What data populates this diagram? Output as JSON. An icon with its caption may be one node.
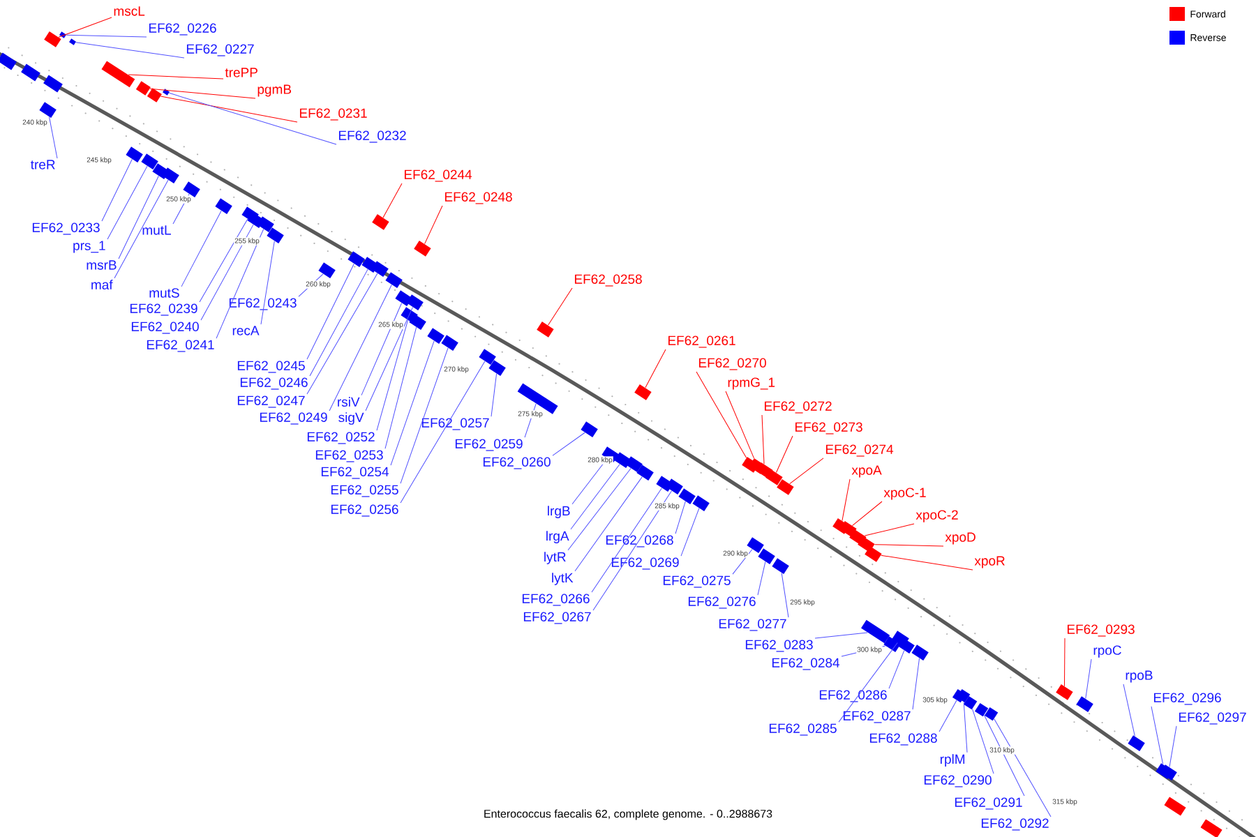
{
  "diagram": {
    "caption": "Enterococcus faecalis 62, complete genome. - 0..2988673",
    "nodes": [
      {
        "text": [
          "mscL"
        ]
      },
      {
        "text": [
          "EF62_0226"
        ]
      },
      {
        "text": [
          "EF62_0227"
        ]
      },
      {
        "text": [
          "trePP"
        ]
      },
      {
        "text": [
          "pgmB"
        ]
      },
      {
        "text": [
          "EF62_0231"
        ]
      },
      {
        "text": [
          "EF62_0232"
        ]
      },
      {
        "text": [
          "treR"
        ]
      },
      {
        "text": [
          "EF62_0233"
        ]
      },
      {
        "text": [
          "prs_1"
        ]
      },
      {
        "text": [
          "msrB"
        ]
      },
      {
        "text": [
          "maf"
        ]
      },
      {
        "text": [
          "mutL"
        ]
      },
      {
        "text": [
          "mutS"
        ]
      },
      {
        "text": [
          "EF62_0239"
        ]
      },
      {
        "text": [
          "EF62_0240"
        ]
      },
      {
        "text": [
          "EF62_0241"
        ]
      },
      {
        "text": [
          "EF62_0243"
        ]
      },
      {
        "text": [
          "recA"
        ]
      },
      {
        "text": [
          "EF62_0244"
        ]
      },
      {
        "text": [
          "EF62_0248"
        ]
      },
      {
        "text": [
          "EF62_0245"
        ]
      },
      {
        "text": [
          "EF62_0246"
        ]
      },
      {
        "text": [
          "EF62_0247"
        ]
      },
      {
        "text": [
          "EF62_0249"
        ]
      },
      {
        "text": [
          "rsiV"
        ]
      },
      {
        "text": [
          "sigV"
        ]
      },
      {
        "text": [
          "EF62_0252"
        ]
      },
      {
        "text": [
          "EF62_0253"
        ]
      },
      {
        "text": [
          "EF62_0254"
        ]
      },
      {
        "text": [
          "EF62_0255"
        ]
      },
      {
        "text": [
          "EF62_0256"
        ]
      },
      {
        "text": [
          "EF62_0257"
        ]
      },
      {
        "text": [
          "EF62_0259"
        ]
      },
      {
        "text": [
          "EF62_0260"
        ]
      },
      {
        "text": [
          "EF62_0258"
        ]
      },
      {
        "text": [
          "EF62_0261"
        ]
      },
      {
        "text": [
          "EF62_0270"
        ]
      },
      {
        "text": [
          "rpmG_1"
        ]
      },
      {
        "text": [
          "EF62_0272"
        ]
      },
      {
        "text": [
          "EF62_0273"
        ]
      },
      {
        "text": [
          "EF62_0274"
        ]
      },
      {
        "text": [
          "xpoA"
        ]
      },
      {
        "text": [
          "xpoC-1"
        ]
      },
      {
        "text": [
          "xpoC-2"
        ]
      },
      {
        "text": [
          "xpoD"
        ]
      },
      {
        "text": [
          "xpoR"
        ]
      },
      {
        "text": [
          "lrgB"
        ]
      },
      {
        "text": [
          "lrgA"
        ]
      },
      {
        "text": [
          "lytR"
        ]
      },
      {
        "text": [
          "lytK"
        ]
      },
      {
        "text": [
          "EF62_0268"
        ]
      },
      {
        "text": [
          "EF62_0269"
        ]
      },
      {
        "text": [
          "EF62_0266"
        ]
      },
      {
        "text": [
          "EF62_0267"
        ]
      },
      {
        "text": [
          "EF62_0275"
        ]
      },
      {
        "text": [
          "EF62_0276"
        ]
      },
      {
        "text": [
          "EF62_0277"
        ]
      },
      {
        "text": [
          "EF62_0283"
        ]
      },
      {
        "text": [
          "EF62_0284"
        ]
      },
      {
        "text": [
          "EF62_0286"
        ]
      },
      {
        "text": [
          "EF62_0285"
        ]
      },
      {
        "text": [
          "EF62_0287"
        ]
      },
      {
        "text": [
          "EF62_0288"
        ]
      },
      {
        "text": [
          "rplM"
        ]
      },
      {
        "text": [
          "EF62_0290"
        ]
      },
      {
        "text": [
          "EF62_0291"
        ]
      },
      {
        "text": [
          "EF62_0292"
        ]
      },
      {
        "text": [
          "EF62_0293"
        ]
      },
      {
        "text": [
          "rpoC"
        ]
      },
      {
        "text": [
          "rpoB"
        ]
      },
      {
        "text": [
          "EF62_0296"
        ]
      },
      {
        "text": [
          "EF62_0297"
        ]
      },
      {
        "text": [],
        "shape": "box"
      },
      {
        "text": [],
        "shape": "box"
      },
      {
        "text": [],
        "shape": "box"
      },
      {
        "text": [],
        "shape": "box"
      },
      {
        "text": [],
        "shape": "box"
      },
      {
        "text": [],
        "shape": "box"
      },
      {
        "text": [],
        "shape": "box"
      },
      {
        "text": [],
        "shape": "box"
      },
      {
        "text": [],
        "shape": "box"
      },
      {
        "text": [],
        "shape": "box"
      },
      {
        "text": [],
        "shape": "box"
      },
      {
        "text": [],
        "shape": "box"
      },
      {
        "text": [],
        "shape": "box"
      },
      {
        "text": [],
        "shape": "box"
      },
      {
        "text": [],
        "shape": "box"
      },
      {
        "text": [],
        "shape": "box"
      },
      {
        "text": [],
        "shape": "box"
      },
      {
        "text": [],
        "shape": "box"
      },
      {
        "text": [],
        "shape": "box"
      },
      {
        "text": [],
        "shape": "box"
      },
      {
        "text": [],
        "shape": "box"
      },
      {
        "text": [],
        "shape": "box"
      },
      {
        "text": [],
        "shape": "box"
      },
      {
        "text": [],
        "shape": "box"
      },
      {
        "text": [],
        "shape": "box"
      },
      {
        "text": [],
        "shape": "box"
      },
      {
        "text": [],
        "shape": "box"
      },
      {
        "text": [],
        "shape": "box"
      },
      {
        "text": [],
        "shape": "box"
      },
      {
        "text": [],
        "shape": "box"
      },
      {
        "text": [],
        "shape": "box"
      },
      {
        "text": [],
        "shape": "box"
      },
      {
        "text": [],
        "shape": "box"
      },
      {
        "text": [],
        "shape": "box"
      },
      {
        "text": [],
        "shape": "box"
      },
      {
        "text": [],
        "shape": "box"
      },
      {
        "text": [],
        "shape": "box"
      },
      {
        "text": [],
        "shape": "box"
      },
      {
        "text": [],
        "shape": "box"
      },
      {
        "text": [],
        "shape": "box"
      },
      {
        "text": [],
        "shape": "box"
      },
      {
        "text": [],
        "shape": "box"
      },
      {
        "text": [],
        "shape": "box"
      },
      {
        "text": [],
        "shape": "box"
      },
      {
        "text": [],
        "shape": "box"
      },
      {
        "text": [],
        "shape": "box"
      },
      {
        "text": [],
        "shape": "box"
      },
      {
        "text": [],
        "shape": "box"
      },
      {
        "text": [],
        "shape": "box"
      },
      {
        "text": [],
        "shape": "box"
      },
      {
        "text": [],
        "shape": "box"
      },
      {
        "text": [],
        "shape": "box"
      },
      {
        "text": [],
        "shape": "box"
      },
      {
        "text": [],
        "shape": "box"
      },
      {
        "text": [],
        "shape": "box"
      },
      {
        "text": [],
        "shape": "box"
      },
      {
        "text": [],
        "shape": "box"
      },
      {
        "text": [],
        "shape": "box"
      },
      {
        "text": [],
        "shape": "box"
      },
      {
        "text": [],
        "shape": "box"
      },
      {
        "text": [],
        "shape": "box"
      },
      {
        "text": [],
        "shape": "box"
      },
      {
        "text": [],
        "shape": "box"
      },
      {
        "text": [],
        "shape": "box"
      },
      {
        "text": [],
        "shape": "box"
      },
      {
        "text": [],
        "shape": "box"
      },
      {
        "text": [],
        "shape": "box"
      },
      {
        "text": [],
        "shape": "box"
      },
      {
        "text": [],
        "shape": "box"
      },
      {
        "text": [],
        "shape": "box"
      },
      {
        "text": [],
        "shape": "box"
      },
      {
        "text": [],
        "shape": "box"
      },
      {
        "text": [],
        "shape": "box"
      },
      {
        "text": [],
        "shape": "box"
      },
      {
        "text": [],
        "shape": "box"
      },
      {
        "text": [],
        "shape": "box"
      },
      {
        "text": [],
        "shape": "box"
      },
      {
        "text": [],
        "shape": "box"
      }
    ],
    "edges": [
      {
        "from": 0,
        "to": 73,
        "arrow": "none",
        "color": "#ff0000"
      },
      {
        "from": 1,
        "to": 75,
        "arrow": "none"
      },
      {
        "from": 2,
        "to": 76,
        "arrow": "none"
      },
      {
        "from": 3,
        "to": 77,
        "arrow": "none",
        "color": "#ff0000"
      },
      {
        "from": 4,
        "to": 79,
        "arrow": "none",
        "color": "#ff0000"
      },
      {
        "from": 5,
        "to": 80,
        "arrow": "none",
        "color": "#ff0000"
      },
      {
        "from": 6,
        "to": 82,
        "arrow": "none"
      },
      {
        "from": 7,
        "to": 74,
        "arrow": "none"
      },
      {
        "from": 8,
        "to": 78,
        "arrow": "none"
      },
      {
        "from": 9,
        "to": 81,
        "arrow": "none"
      },
      {
        "from": 10,
        "to": 83,
        "arrow": "none"
      },
      {
        "from": 11,
        "to": 84,
        "arrow": "none"
      },
      {
        "from": 12,
        "to": 85,
        "arrow": "none"
      },
      {
        "from": 13,
        "to": 86,
        "arrow": "none"
      },
      {
        "from": 14,
        "to": 87,
        "arrow": "none"
      },
      {
        "from": 15,
        "to": 88,
        "arrow": "none"
      },
      {
        "from": 16,
        "to": 89,
        "arrow": "none"
      },
      {
        "from": 17,
        "to": 91,
        "arrow": "none"
      },
      {
        "from": 18,
        "to": 90,
        "arrow": "none"
      },
      {
        "from": 19,
        "to": 94,
        "arrow": "none",
        "color": "#ff0000"
      },
      {
        "from": 20,
        "to": 99,
        "arrow": "none",
        "color": "#ff0000"
      },
      {
        "from": 21,
        "to": 92,
        "arrow": "none"
      },
      {
        "from": 22,
        "to": 93,
        "arrow": "none"
      },
      {
        "from": 23,
        "to": 95,
        "arrow": "none"
      },
      {
        "from": 24,
        "to": 96,
        "arrow": "none"
      },
      {
        "from": 25,
        "to": 97,
        "arrow": "none"
      },
      {
        "from": 26,
        "to": 100,
        "arrow": "none"
      },
      {
        "from": 27,
        "to": 98,
        "arrow": "none"
      },
      {
        "from": 28,
        "to": 101,
        "arrow": "none"
      },
      {
        "from": 29,
        "to": 102,
        "arrow": "none"
      },
      {
        "from": 30,
        "to": 103,
        "arrow": "none"
      },
      {
        "from": 31,
        "to": 104,
        "arrow": "none"
      },
      {
        "from": 32,
        "to": 105,
        "arrow": "none"
      },
      {
        "from": 33,
        "to": 106,
        "arrow": "none"
      },
      {
        "from": 34,
        "to": 108,
        "arrow": "none"
      },
      {
        "from": 35,
        "to": 107,
        "arrow": "none",
        "color": "#ff0000"
      },
      {
        "from": 36,
        "to": 112,
        "arrow": "none",
        "color": "#ff0000"
      },
      {
        "from": 37,
        "to": 118,
        "arrow": "none",
        "color": "#ff0000"
      },
      {
        "from": 38,
        "to": 119,
        "arrow": "none",
        "color": "#ff0000"
      },
      {
        "from": 39,
        "to": 121,
        "arrow": "none",
        "color": "#ff0000"
      },
      {
        "from": 40,
        "to": 122,
        "arrow": "none",
        "color": "#ff0000"
      },
      {
        "from": 41,
        "to": 124,
        "arrow": "none",
        "color": "#ff0000"
      },
      {
        "from": 42,
        "to": 126,
        "arrow": "none",
        "color": "#ff0000"
      },
      {
        "from": 43,
        "to": 127,
        "arrow": "none",
        "color": "#ff0000"
      },
      {
        "from": 44,
        "to": 128,
        "arrow": "none",
        "color": "#ff0000"
      },
      {
        "from": 45,
        "to": 129,
        "arrow": "none",
        "color": "#ff0000"
      },
      {
        "from": 46,
        "to": 130,
        "arrow": "none",
        "color": "#ff0000"
      },
      {
        "from": 47,
        "to": 109,
        "arrow": "none"
      },
      {
        "from": 48,
        "to": 110,
        "arrow": "none"
      },
      {
        "from": 49,
        "to": 111,
        "arrow": "none"
      },
      {
        "from": 50,
        "to": 113,
        "arrow": "none"
      },
      {
        "from": 51,
        "to": 116,
        "arrow": "none"
      },
      {
        "from": 52,
        "to": 117,
        "arrow": "none"
      },
      {
        "from": 53,
        "to": 114,
        "arrow": "none"
      },
      {
        "from": 54,
        "to": 115,
        "arrow": "none"
      },
      {
        "from": 55,
        "to": 120,
        "arrow": "none"
      },
      {
        "from": 56,
        "to": 123,
        "arrow": "none"
      },
      {
        "from": 57,
        "to": 125,
        "arrow": "none"
      },
      {
        "from": 58,
        "to": 131,
        "arrow": "none"
      },
      {
        "from": 59,
        "to": 132,
        "arrow": "none"
      },
      {
        "from": 60,
        "to": 134,
        "arrow": "none"
      },
      {
        "from": 61,
        "to": 133,
        "arrow": "none"
      },
      {
        "from": 62,
        "to": 135,
        "arrow": "none"
      },
      {
        "from": 63,
        "to": 136,
        "arrow": "none"
      },
      {
        "from": 64,
        "to": 137,
        "arrow": "none"
      },
      {
        "from": 65,
        "to": 138,
        "arrow": "none"
      },
      {
        "from": 66,
        "to": 139,
        "arrow": "none"
      },
      {
        "from": 67,
        "to": 140,
        "arrow": "none"
      },
      {
        "from": 68,
        "to": 141,
        "arrow": "none",
        "color": "#ff0000"
      },
      {
        "from": 69,
        "to": 142,
        "arrow": "none"
      },
      {
        "from": 70,
        "to": 143,
        "arrow": "none"
      },
      {
        "from": 71,
        "to": 144,
        "arrow": "none"
      },
      {
        "from": 72,
        "to": 145,
        "arrow": "none"
      }
    ],
    "labels": [
      "240 kbp",
      "245 kbp",
      "250 kbp",
      "255 kbp",
      "260 kbp",
      "265 kbp",
      "270 kbp",
      "275 kbp",
      "280 kbp",
      "285 kbp",
      "290 kbp",
      "295 kbp",
      "300 kbp",
      "305 kbp",
      "310 kbp",
      "315 kbp"
    ],
    "legend": [
      {
        "text": "Forward",
        "color": "#ff0000"
      },
      {
        "text": "Reverse",
        "color": "#0000ff"
      }
    ]
  }
}
